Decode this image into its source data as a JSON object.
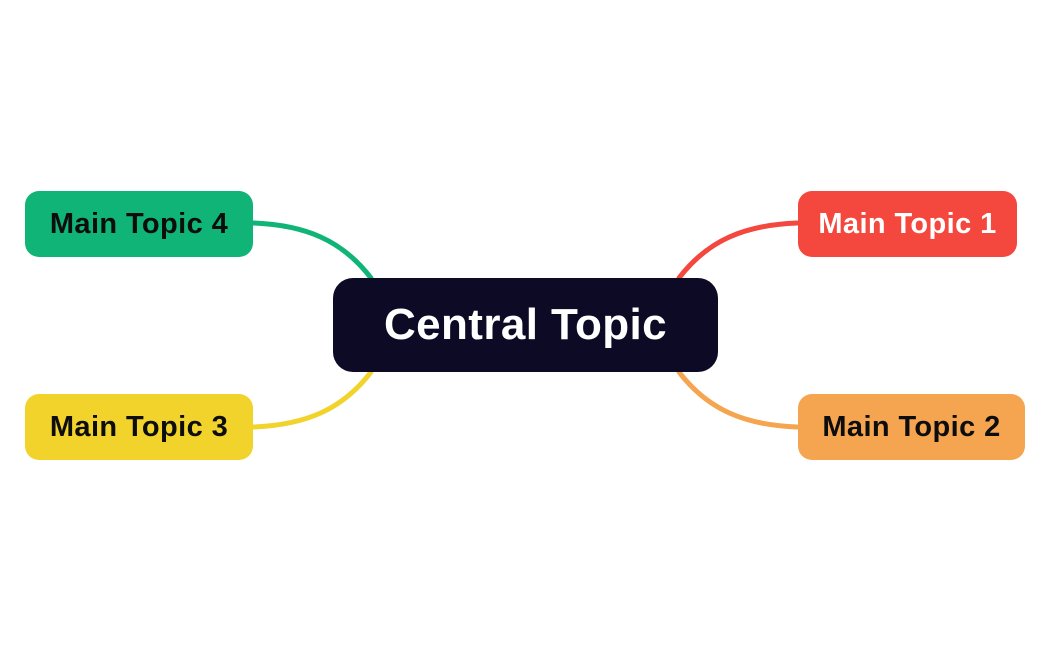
{
  "diagram": {
    "type": "mindmap",
    "background_color": "#ffffff",
    "central": {
      "id": "central",
      "label": "Central Topic",
      "fill": "#0d0a26",
      "text_color": "#ffffff"
    },
    "topics": [
      {
        "id": "topic-1",
        "label": "Main Topic 1",
        "fill": "#f4473d",
        "text_color": "#ffffff",
        "position": "top-right"
      },
      {
        "id": "topic-2",
        "label": "Main Topic 2",
        "fill": "#f5a44f",
        "text_color": "#0d0d0d",
        "position": "bottom-right"
      },
      {
        "id": "topic-3",
        "label": "Main Topic 3",
        "fill": "#f1d32b",
        "text_color": "#0d0d0d",
        "position": "bottom-left"
      },
      {
        "id": "topic-4",
        "label": "Main Topic 4",
        "fill": "#10b477",
        "text_color": "#0d0d0d",
        "position": "top-left"
      }
    ],
    "connectors": [
      {
        "from": "central",
        "to": "topic-1",
        "color": "#f4473d"
      },
      {
        "from": "central",
        "to": "topic-2",
        "color": "#f5a44f"
      },
      {
        "from": "central",
        "to": "topic-3",
        "color": "#f1d32b"
      },
      {
        "from": "central",
        "to": "topic-4",
        "color": "#10b477"
      }
    ]
  }
}
